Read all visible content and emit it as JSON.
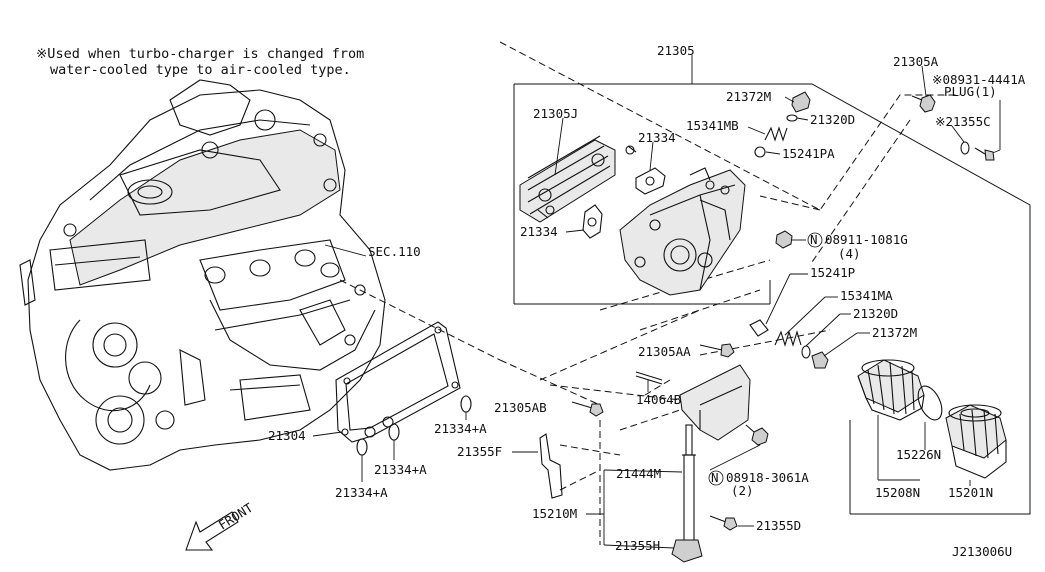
{
  "note": {
    "line1": "※Used when turbo-charger is changed from",
    "line2": "water-cooled type to air-cooled type."
  },
  "labels": {
    "p21305": "21305",
    "p21305A": "21305A",
    "p08931": "※08931-4441A",
    "plug": "PLUG(1)",
    "p21355C": "※21355C",
    "p21372M_top": "21372M",
    "p15341MB": "15341MB",
    "p21320D_top": "21320D",
    "p15241PA": "15241PA",
    "p21305J": "21305J",
    "p21334_top": "21334",
    "p21334_left": "21334",
    "p08911": "08911-1081G",
    "p08911_qty": "(4)",
    "sec110": "SEC.110",
    "p15241P": "15241P",
    "p15341MA": "15341MA",
    "p21320D_mid": "21320D",
    "p21372M_mid": "21372M",
    "p21305AA": "21305AA",
    "p14064B": "14064B",
    "p21305AB": "21305AB",
    "p21304": "21304",
    "p21334A_right": "21334+A",
    "p21334A_mid": "21334+A",
    "p21334A_bottom": "21334+A",
    "p21355F": "21355F",
    "p21444M": "21444M",
    "p08918": "08918-3061A",
    "p08918_qty": "(2)",
    "p15210M": "15210M",
    "p21355D": "21355D",
    "p21355H": "21355H",
    "p15226N": "15226N",
    "p15208N": "15208N",
    "p15201N": "15201N",
    "front": "FRONT",
    "diagram_id": "J213006U",
    "n_symbol": "N"
  },
  "icons": {
    "front_arrow": "front-arrow-icon",
    "nut_symbol": "circled-n-icon"
  }
}
